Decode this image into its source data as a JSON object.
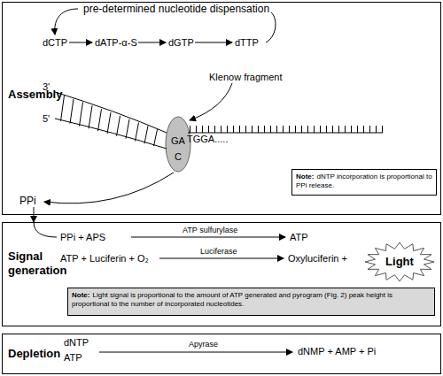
{
  "diagram": {
    "nodes": [
      {
        "text": [
          "Assembly"
        ]
      },
      {
        "text": [
          "Note:",
          "dNTP incorporation is proportional to PPi release."
        ],
        "in": 0
      },
      {
        "text": [
          "GA",
          "C"
        ],
        "in": 0
      },
      {
        "text": [
          "Signal generation"
        ]
      },
      {
        "text": [
          "Note:",
          "Light signal is proportional to the amount of ATP generated and pyrogram (Fig. 2) peak height is proportional to the number of incorporated nucleotides."
        ],
        "in": 3
      },
      {
        "text": [
          "Light"
        ],
        "in": 3
      },
      {
        "text": [
          "Depletion"
        ]
      }
    ],
    "edges": [
      {
        "from": 0,
        "to": 3,
        "arrow": "to"
      }
    ],
    "labels": [
      "pre-determined nucleotide dispensation",
      "dCTP",
      "dATP-α-S",
      "dGTP",
      "dTTP",
      "3'",
      "5'",
      "Klenow fragment",
      "TGGA.....",
      "PPi",
      "PPi + APS",
      "ATP sulfurylase",
      "ATP",
      "ATP + Luciferin + O₂",
      "Luciferase",
      "Oxyluciferin +",
      "dNTP",
      "ATP",
      "Apyrase",
      "dNMP + AMP + Pi"
    ]
  }
}
